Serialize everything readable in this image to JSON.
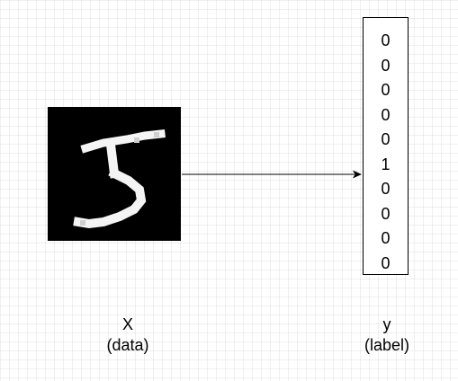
{
  "input": {
    "symbol": "X",
    "caption": "(data)"
  },
  "output": {
    "symbol": "y",
    "caption": "(label)",
    "vector": [
      "0",
      "0",
      "0",
      "0",
      "0",
      "1",
      "0",
      "0",
      "0",
      "0"
    ]
  },
  "colors": {
    "image_background": "#000000",
    "digit_stroke": "#ffffff",
    "arrow": "#000000"
  },
  "image_digit": "5"
}
